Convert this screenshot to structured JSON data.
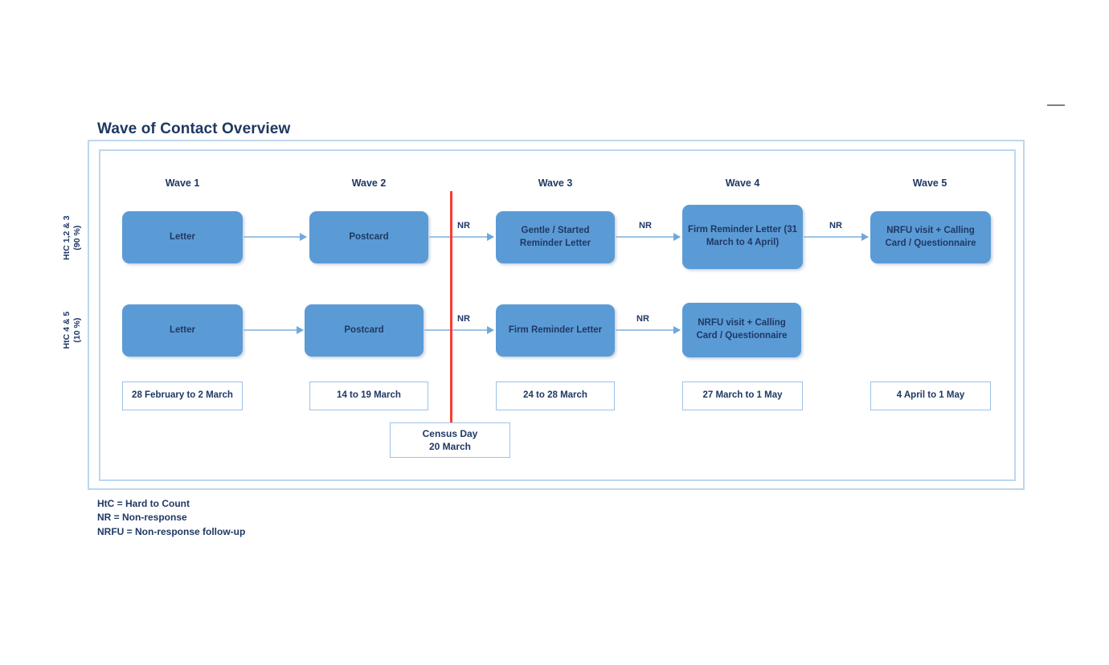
{
  "title": "Wave of Contact Overview",
  "bands": [
    {
      "id": "htc123",
      "label": "HtC 1,2 & 3\n(90 %)",
      "line1": "HtC 1,2 & 3",
      "line2": "(90 %)"
    },
    {
      "id": "htc45",
      "label": "HtC 4 & 5\n(10 %)",
      "line1": "HtC 4 & 5",
      "line2": "(10 %)"
    }
  ],
  "waves": [
    {
      "header": "Wave 1"
    },
    {
      "header": "Wave 2"
    },
    {
      "header": "Wave 3"
    },
    {
      "header": "Wave 4"
    },
    {
      "header": "Wave 5"
    }
  ],
  "row_htc123": [
    {
      "text": "Letter"
    },
    {
      "text": "Postcard"
    },
    {
      "text": "Gentle / Started Reminder Letter"
    },
    {
      "text": "Firm Reminder Letter (31 March to 4 April)"
    },
    {
      "text": "NRFU visit + Calling Card / Questionnaire"
    }
  ],
  "row_htc45": [
    {
      "text": "Letter"
    },
    {
      "text": "Postcard"
    },
    {
      "text": "Firm Reminder Letter"
    },
    {
      "text": "NRFU visit + Calling Card / Questionnaire"
    }
  ],
  "connector_labels": {
    "blank": "",
    "nr": "NR"
  },
  "dates": [
    {
      "text": "28 February to 2 March"
    },
    {
      "text": "14 to 19 March"
    },
    {
      "text": "24 to 28 March"
    },
    {
      "text": "27 March to 1 May"
    },
    {
      "text": "4 April to 1 May"
    }
  ],
  "census": {
    "line1": "Census Day",
    "line2": "20 March"
  },
  "legend": [
    {
      "text": "HtC = Hard to Count"
    },
    {
      "text": "NR = Non-response"
    },
    {
      "text": "NRFU = Non-response follow-up"
    }
  ],
  "colors": {
    "box_fill": "#5B9BD5",
    "text": "#1F3864",
    "frame_border": "#BDD7EE",
    "connector": "#9DC3E6",
    "census_line": "#FF3B30",
    "date_border": "#9DC3E6"
  }
}
